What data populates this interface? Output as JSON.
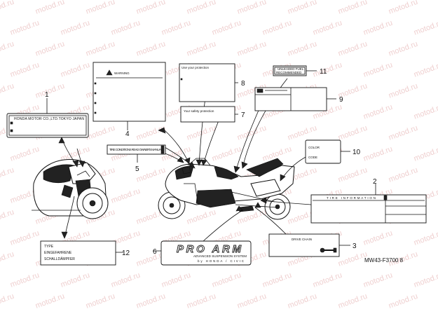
{
  "watermark": "motod.ru",
  "code": "MW43-F3700 8",
  "callouts": [
    "1",
    "2",
    "3",
    "4",
    "5",
    "6",
    "7",
    "8",
    "9",
    "10",
    "11",
    "12"
  ],
  "labels": {
    "maker": "HONDA MOTOR CO.,LTD.TOKYO JAPAN",
    "warning": "WARNING",
    "emission_a": "Use your protection",
    "emission_b": "Your safety protection",
    "caution": "TIRE CONDITIONS READ OWNER'S MANUAL",
    "fuel_line1": "UNLEADED FUEL",
    "fuel_line2": "RECOMMENDED",
    "color_1": "COLOR",
    "color_2": "CODE",
    "tire": "TIRE INFORMATION",
    "chain": "DRIVE CHAIN",
    "proarm_title": "PRO ARM",
    "proarm_sub": "ADVANCED SUSPENSION SYSTEM",
    "proarm_brand": "by HONDA / CIVIC",
    "type_1": "TYPE",
    "type_2": "EINGEFAHRENE",
    "type_3": "SCHALLDÄMPFER"
  }
}
